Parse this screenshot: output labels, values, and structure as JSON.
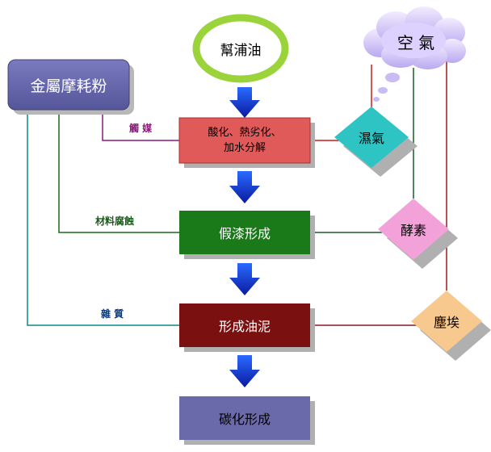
{
  "nodes": {
    "lubricant": "幫浦油",
    "metal": "金屬摩耗粉",
    "air": "空 氣",
    "moisture": "濕氣",
    "enzyme": "酵素",
    "dust": "塵埃",
    "decomp": [
      "酸化、熱劣化、",
      "加水分解"
    ],
    "gel": "假漆形成",
    "sludge": "形成油泥",
    "carbon": "碳化形成"
  },
  "edge_labels": {
    "catalyst": "觸 媒",
    "corrosion": "材料腐蝕",
    "impurity": "雜 質"
  },
  "colors": {
    "decomp": "#e05a5a",
    "gel": "#1a7a1a",
    "sludge": "#7a1010",
    "carbon": "#6a6aaa",
    "metal": "#6a6aaa",
    "moisture": "#2ec4c4",
    "enzyme": "#f2a2d8",
    "dust": "#f7c98f",
    "arrow": "#1a3ad8",
    "ring": "#9ad43a"
  }
}
